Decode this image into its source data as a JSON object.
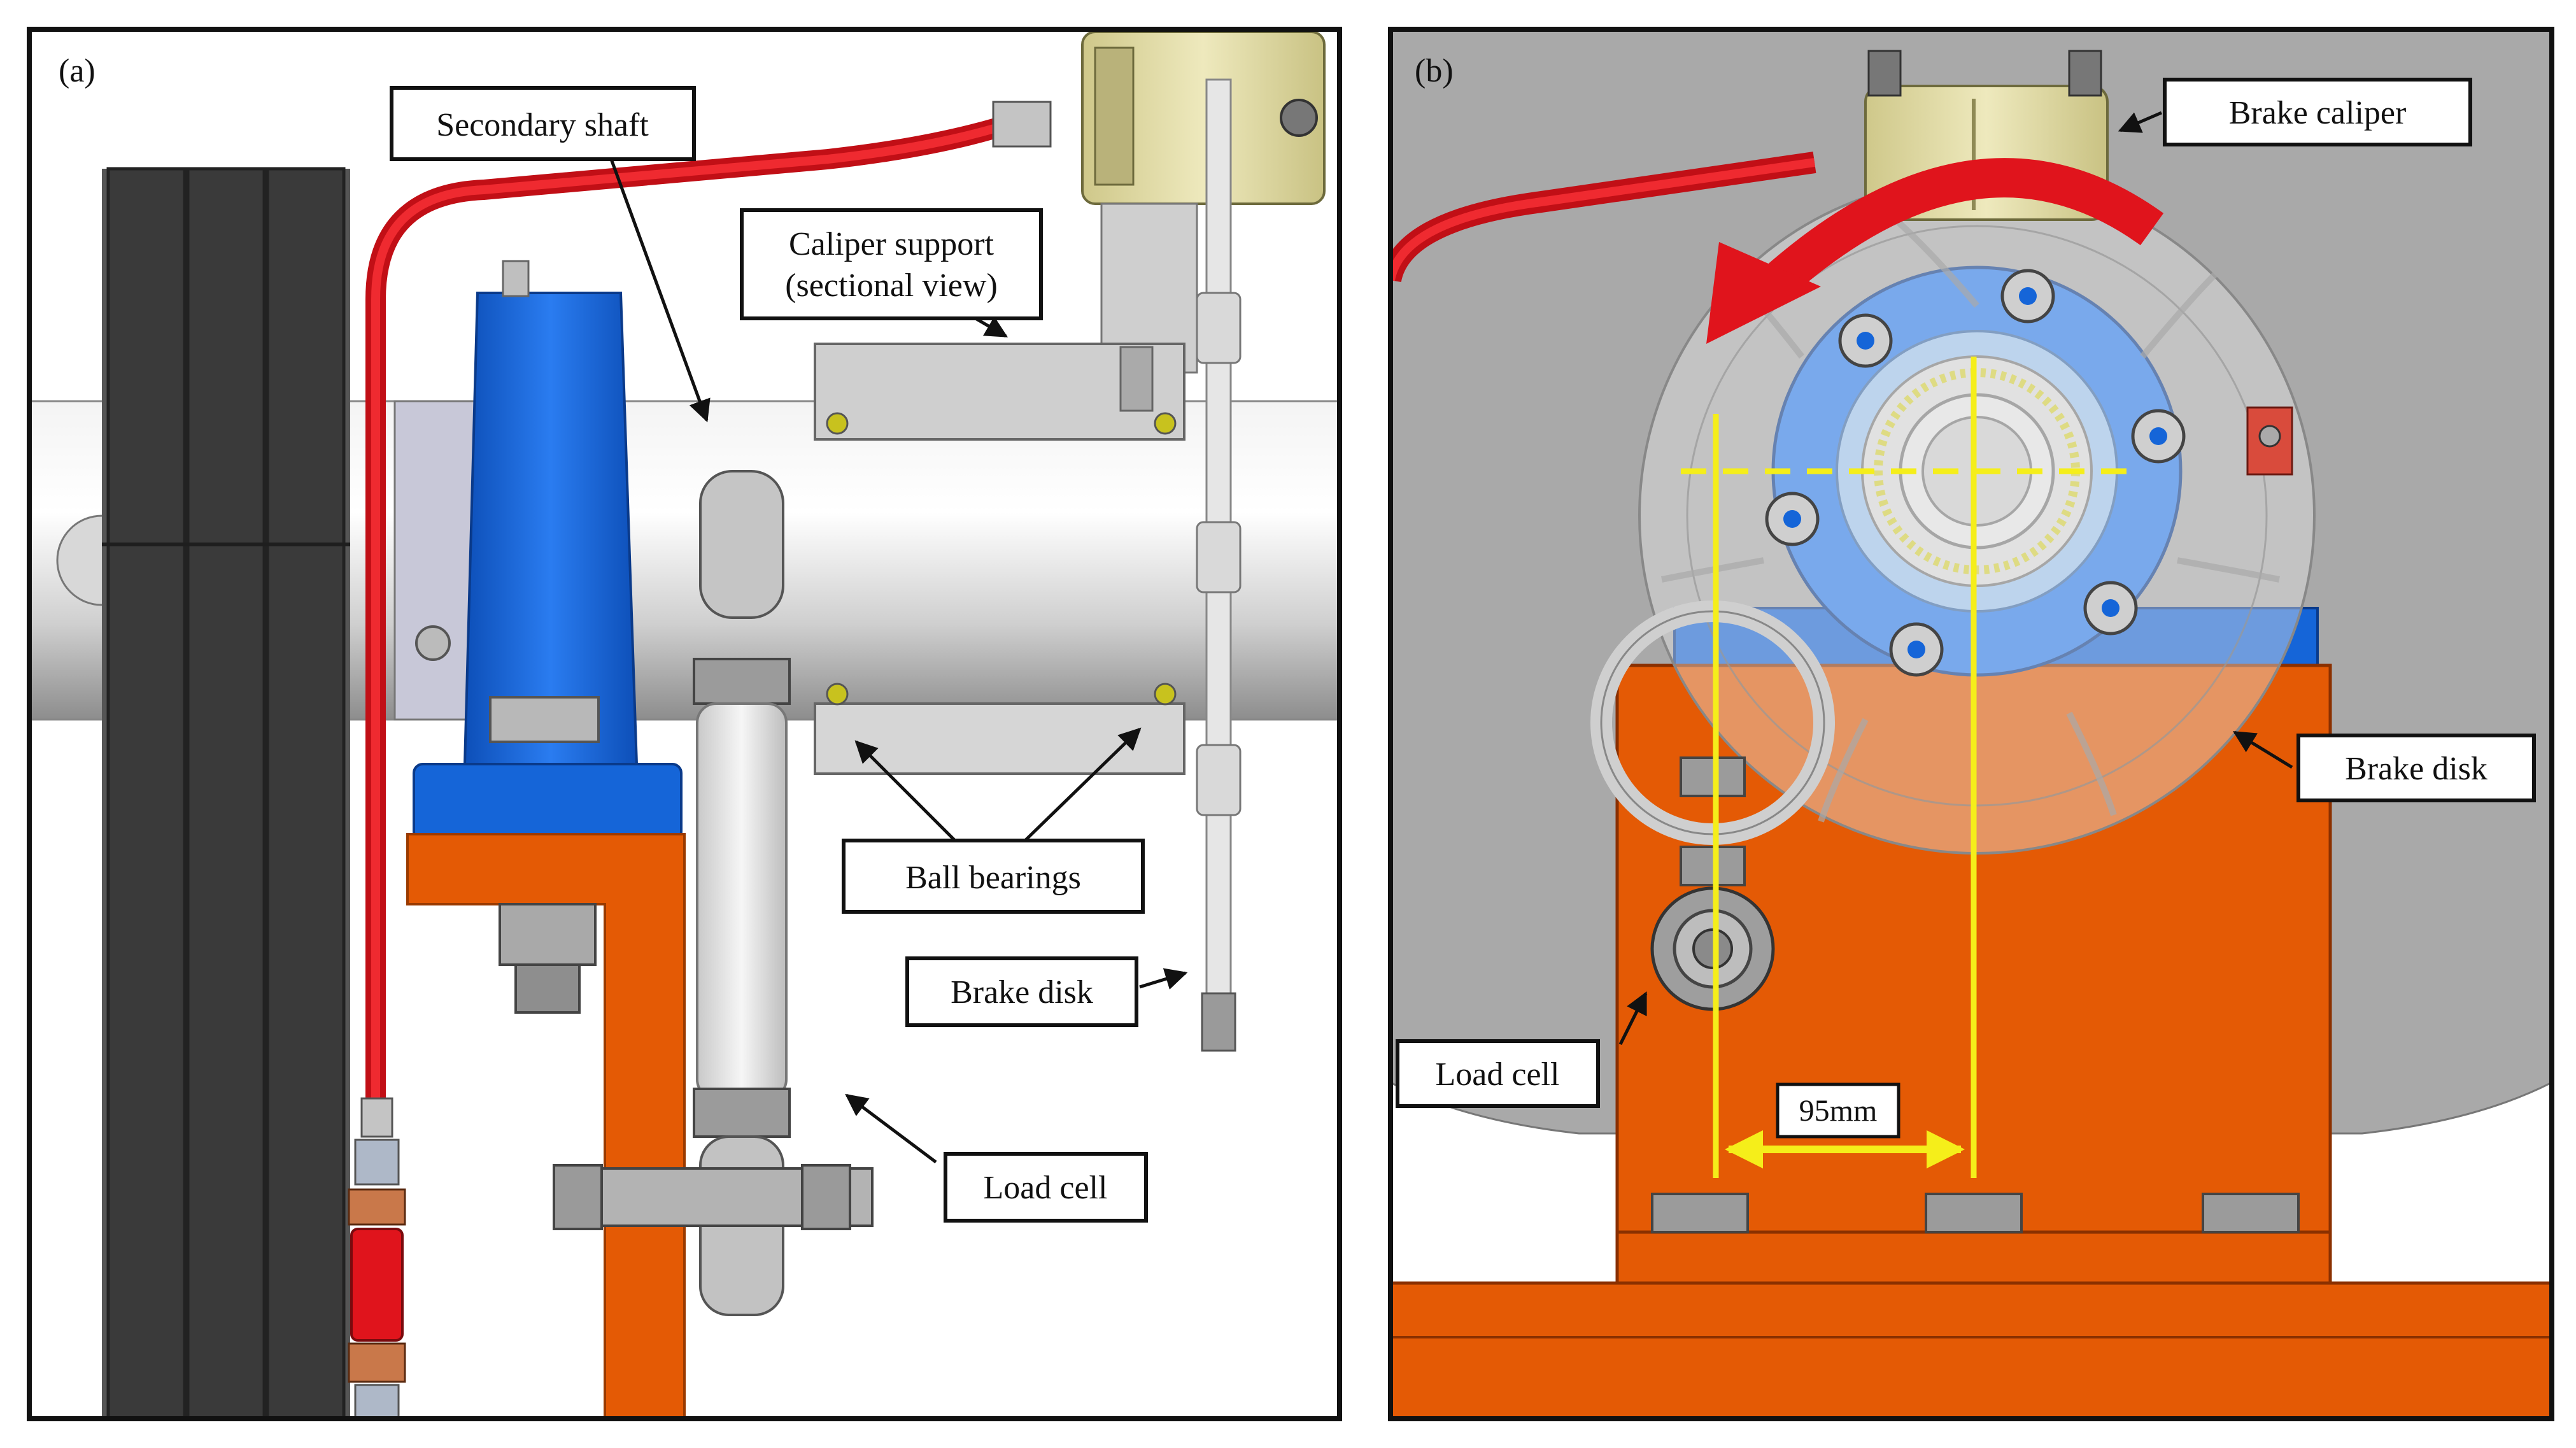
{
  "panels": {
    "a": {
      "tag": "(a)",
      "labels": {
        "secondary_shaft": "Secondary shaft",
        "caliper_support_line1": "Caliper support",
        "caliper_support_line2": "(sectional view)",
        "ball_bearings": "Ball bearings",
        "brake_disk": "Brake disk",
        "load_cell": "Load cell"
      }
    },
    "b": {
      "tag": "(b)",
      "labels": {
        "brake_caliper": "Brake caliper",
        "brake_disk": "Brake disk",
        "load_cell": "Load cell",
        "dimension": "95mm"
      }
    }
  },
  "colors": {
    "frame_orange": "#e45a05",
    "pillow_block_blue": "#1565d8",
    "hose_red": "#e0141c",
    "belt_dark": "#3a3a3a",
    "dimension_yellow": "#f5ee1a",
    "background_gray": "#a9a9a9",
    "caliper_khaki": "#e3dda4"
  }
}
